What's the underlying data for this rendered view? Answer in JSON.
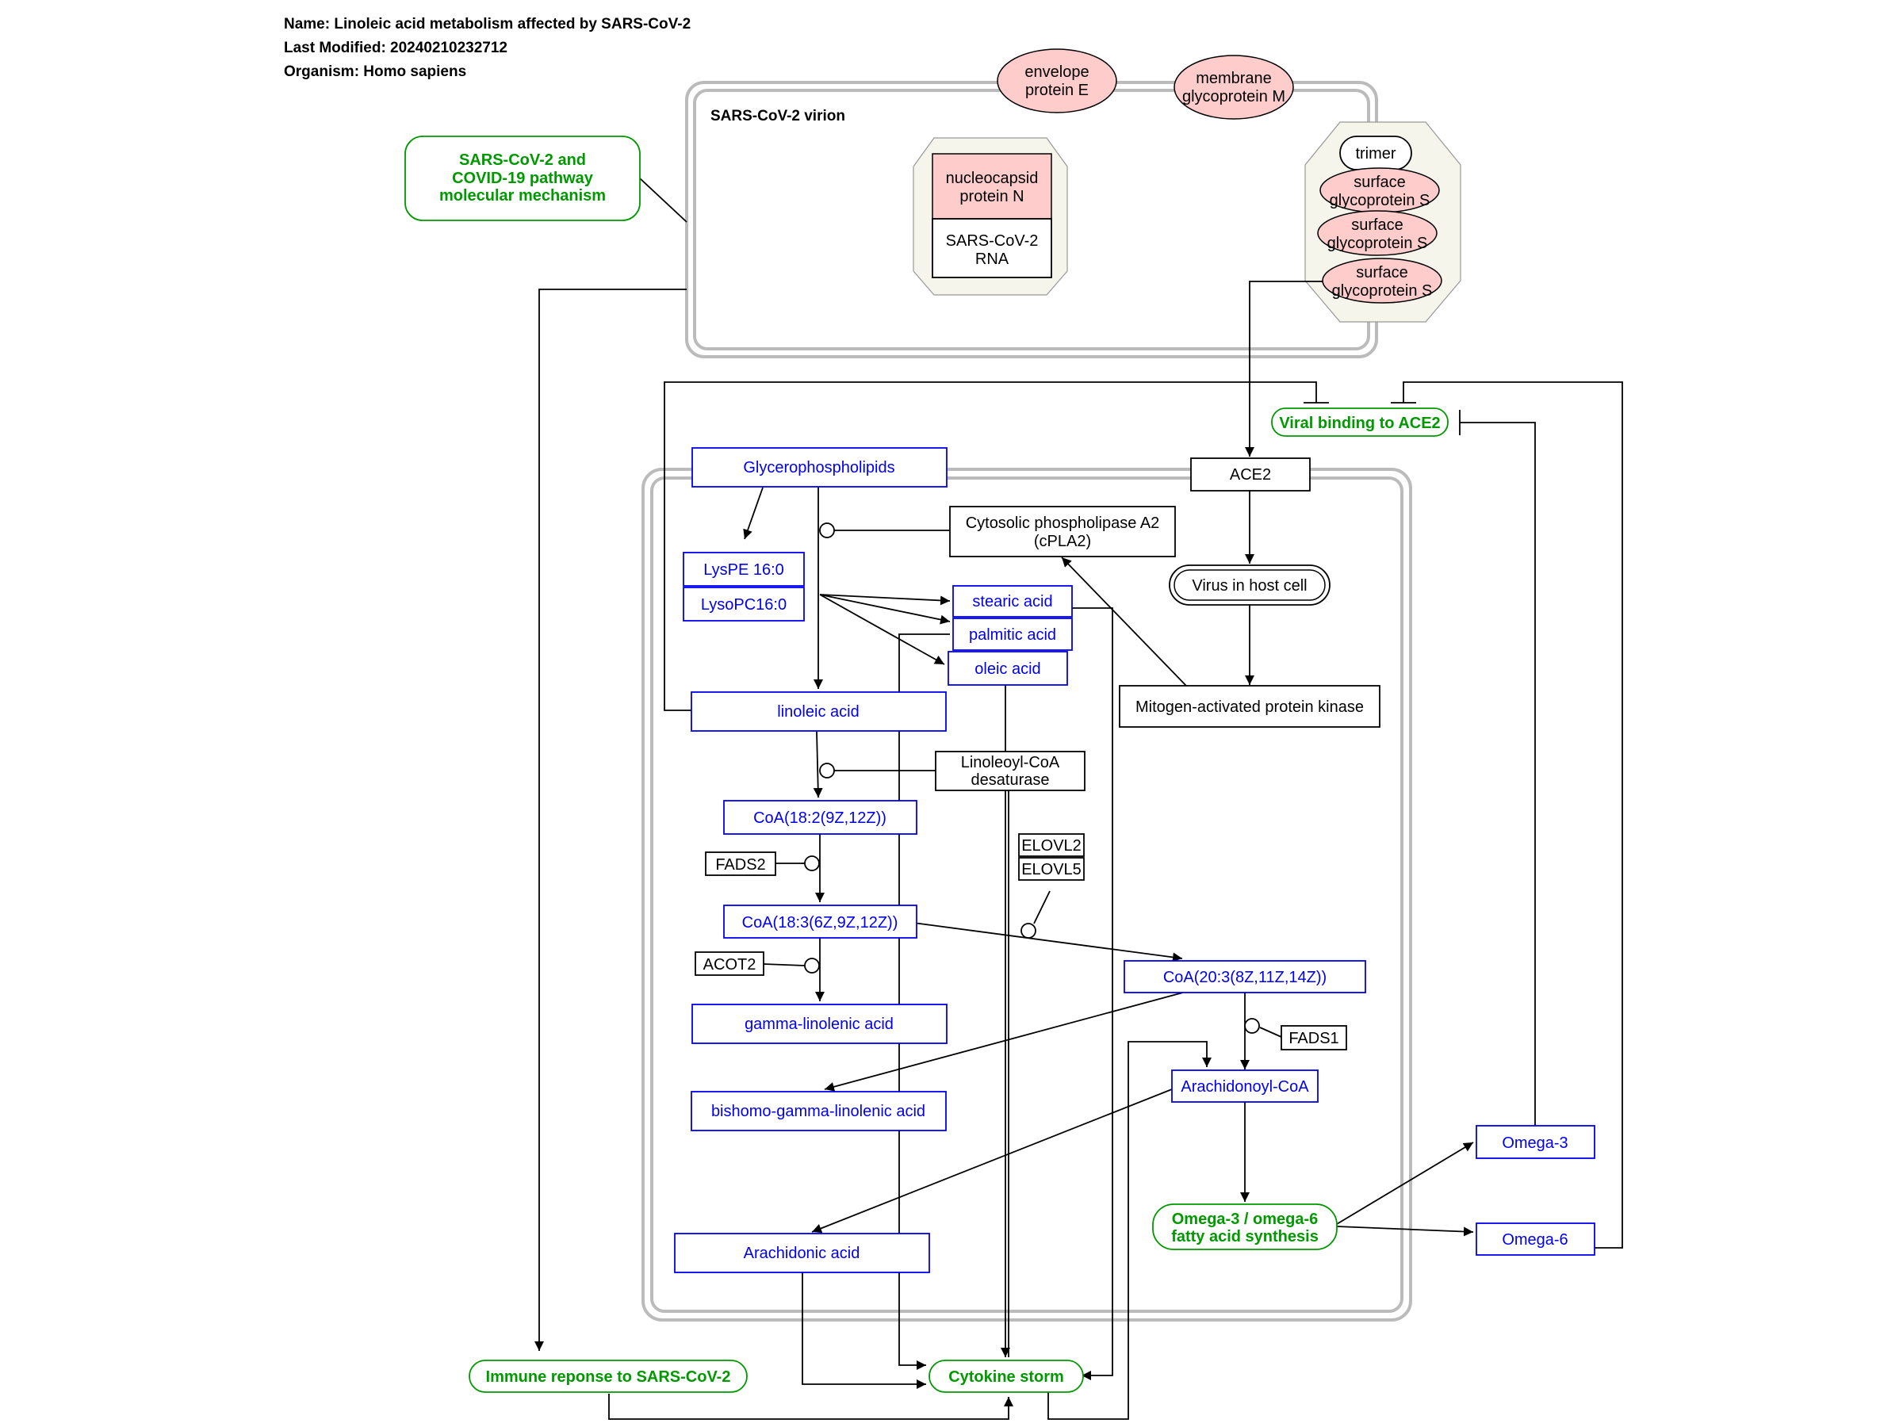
{
  "header": {
    "name": "Name: Linoleic acid metabolism affected by SARS-CoV-2",
    "modified": "Last Modified: 20240210232712",
    "organism": "Organism: Homo sapiens"
  },
  "labels": {
    "virion": "SARS-CoV-2 virion",
    "trimer": "trimer",
    "envelope_1": "envelope",
    "envelope_2": "protein E",
    "membrane_1": "membrane",
    "membrane_2": "glycoprotein M",
    "nucleocapsid_1": "nucleocapsid",
    "nucleocapsid_2": "protein N",
    "rna_1": "SARS-CoV-2",
    "rna_2": "RNA",
    "surface_1": "surface",
    "surface_2": "glycoprotein S"
  },
  "pathways": {
    "covid_mech_1": "SARS-CoV-2 and",
    "covid_mech_2": "COVID-19 pathway",
    "covid_mech_3": "molecular mechanism",
    "viral_binding": "Viral binding to ACE2",
    "immune": "Immune reponse to SARS-CoV-2",
    "cytokine": "Cytokine storm",
    "omega_synth_1": "Omega-3 / omega-6",
    "omega_synth_2": "fatty acid synthesis"
  },
  "genes": {
    "ace2": "ACE2",
    "cpla2_1": "Cytosolic phospholipase A2",
    "cpla2_2": "(cPLA2)",
    "virus_host": "Virus in host cell",
    "mapk": "Mitogen-activated protein kinase",
    "desat_1": "Linoleoyl-CoA",
    "desat_2": "desaturase",
    "elovl2": "ELOVL2",
    "elovl5": "ELOVL5",
    "fads2": "FADS2",
    "acot2": "ACOT2",
    "fads1": "FADS1"
  },
  "metabolites": {
    "glycero": "Glycerophospholipids",
    "lyspe": "LysPE 16:0",
    "lysopc": "LysoPC16:0",
    "stearic": "stearic acid",
    "palmitic": "palmitic acid",
    "oleic": "oleic acid",
    "linoleic": "linoleic acid",
    "coa182": "CoA(18:2(9Z,12Z))",
    "coa183": "CoA(18:3(6Z,9Z,12Z))",
    "coa203": "CoA(20:3(8Z,11Z,14Z))",
    "gla": "gamma-linolenic acid",
    "dgla": "bishomo-gamma-linolenic acid",
    "arachidonoyl": "Arachidonoyl-CoA",
    "arachidonic": "Arachidonic acid",
    "omega3": "Omega-3",
    "omega6": "Omega-6"
  }
}
